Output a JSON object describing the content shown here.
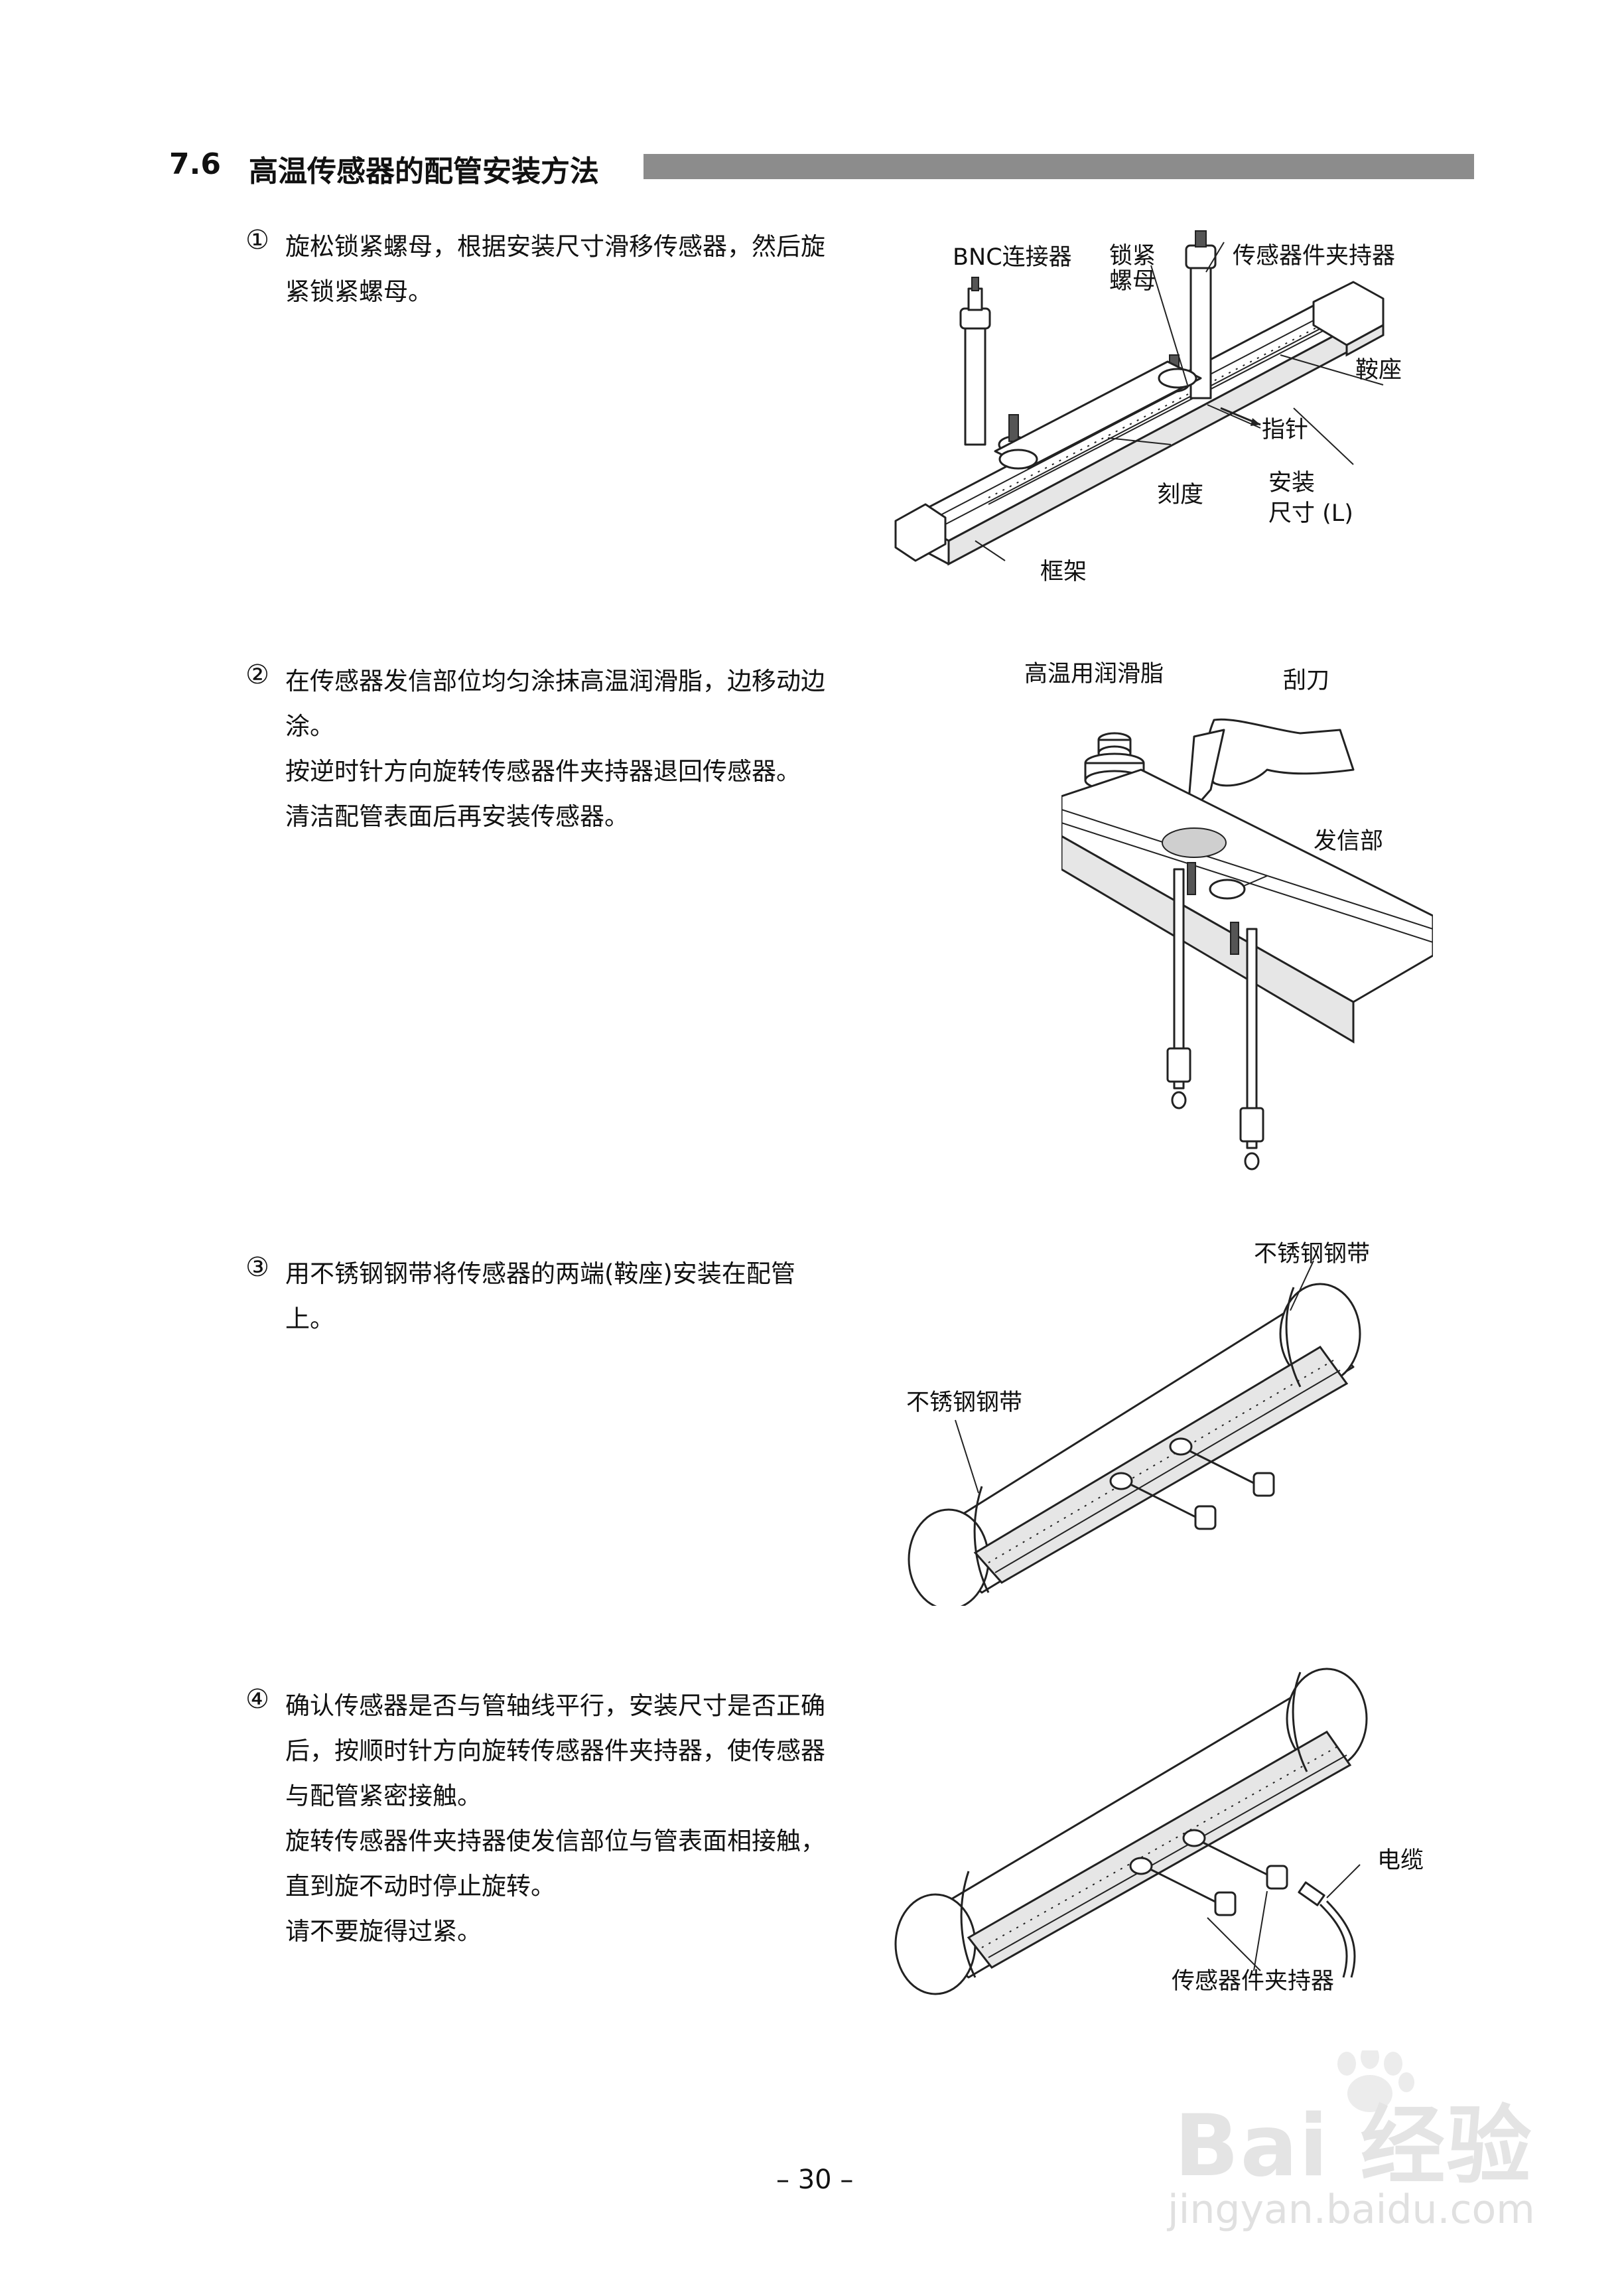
{
  "section": {
    "number": "7.6",
    "title": "高温传感器的配管安装方法"
  },
  "steps": [
    {
      "marker": "①",
      "lines": [
        "旋松锁紧螺母，根据安装尺寸滑移传感器，然后旋",
        "紧锁紧螺母。"
      ]
    },
    {
      "marker": "②",
      "lines": [
        "在传感器发信部位均匀涂抹高温润滑脂，边移动边",
        "涂。",
        "按逆时针方向旋转传感器件夹持器退回传感器。",
        "清洁配管表面后再安装传感器。"
      ]
    },
    {
      "marker": "③",
      "lines": [
        "用不锈钢钢带将传感器的两端(鞍座)安装在配管",
        "上。"
      ]
    },
    {
      "marker": "④",
      "lines": [
        "确认传感器是否与管轴线平行，安装尺寸是否正确",
        "后，按顺时针方向旋转传感器件夹持器，使传感器",
        "与配管紧密接触。",
        "旋转传感器件夹持器使发信部位与管表面相接触，",
        "直到旋不动时停止旋转。",
        "请不要旋得过紧。"
      ]
    }
  ],
  "figures": {
    "fig1": {
      "bnc": "BNC连接器",
      "lock_nut_1": "锁紧",
      "lock_nut_2": "螺母",
      "holder": "传感器件夹持器",
      "saddle": "鞍座",
      "pointer": "指针",
      "scale": "刻度",
      "install_1": "安装",
      "install_2": "尺寸 (L)",
      "frame": "框架"
    },
    "fig2": {
      "grease": "高温用润滑脂",
      "scraper": "刮刀",
      "emitter": "发信部"
    },
    "fig3": {
      "band_right": "不锈钢钢带",
      "band_left": "不锈钢钢带"
    },
    "fig4": {
      "cable": "电缆",
      "holder": "传感器件夹持器"
    }
  },
  "page_number": "– 30 –",
  "watermark": {
    "brand": "Bai 经验",
    "url": "jingyan.baidu.com"
  }
}
